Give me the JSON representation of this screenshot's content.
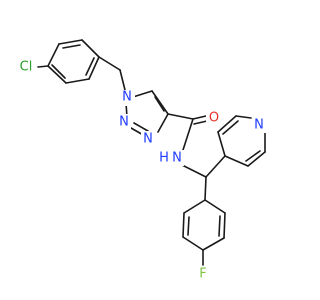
{
  "molecule": {
    "atoms": [
      {
        "id": "cl",
        "label": "Cl",
        "color": "#2ca02c"
      },
      {
        "id": "n1",
        "label": "N",
        "color": "#1f3cff"
      },
      {
        "id": "n2",
        "label": "N",
        "color": "#1f3cff"
      },
      {
        "id": "n3",
        "label": "N",
        "color": "#1f3cff"
      },
      {
        "id": "o",
        "label": "O",
        "color": "#e8302a"
      },
      {
        "id": "nh",
        "label": "N",
        "color": "#1f3cff"
      },
      {
        "id": "h",
        "label": "H",
        "color": "#1f3cff"
      },
      {
        "id": "npy",
        "label": "N",
        "color": "#1f3cff"
      },
      {
        "id": "f",
        "label": "F",
        "color": "#7ec642"
      }
    ]
  }
}
